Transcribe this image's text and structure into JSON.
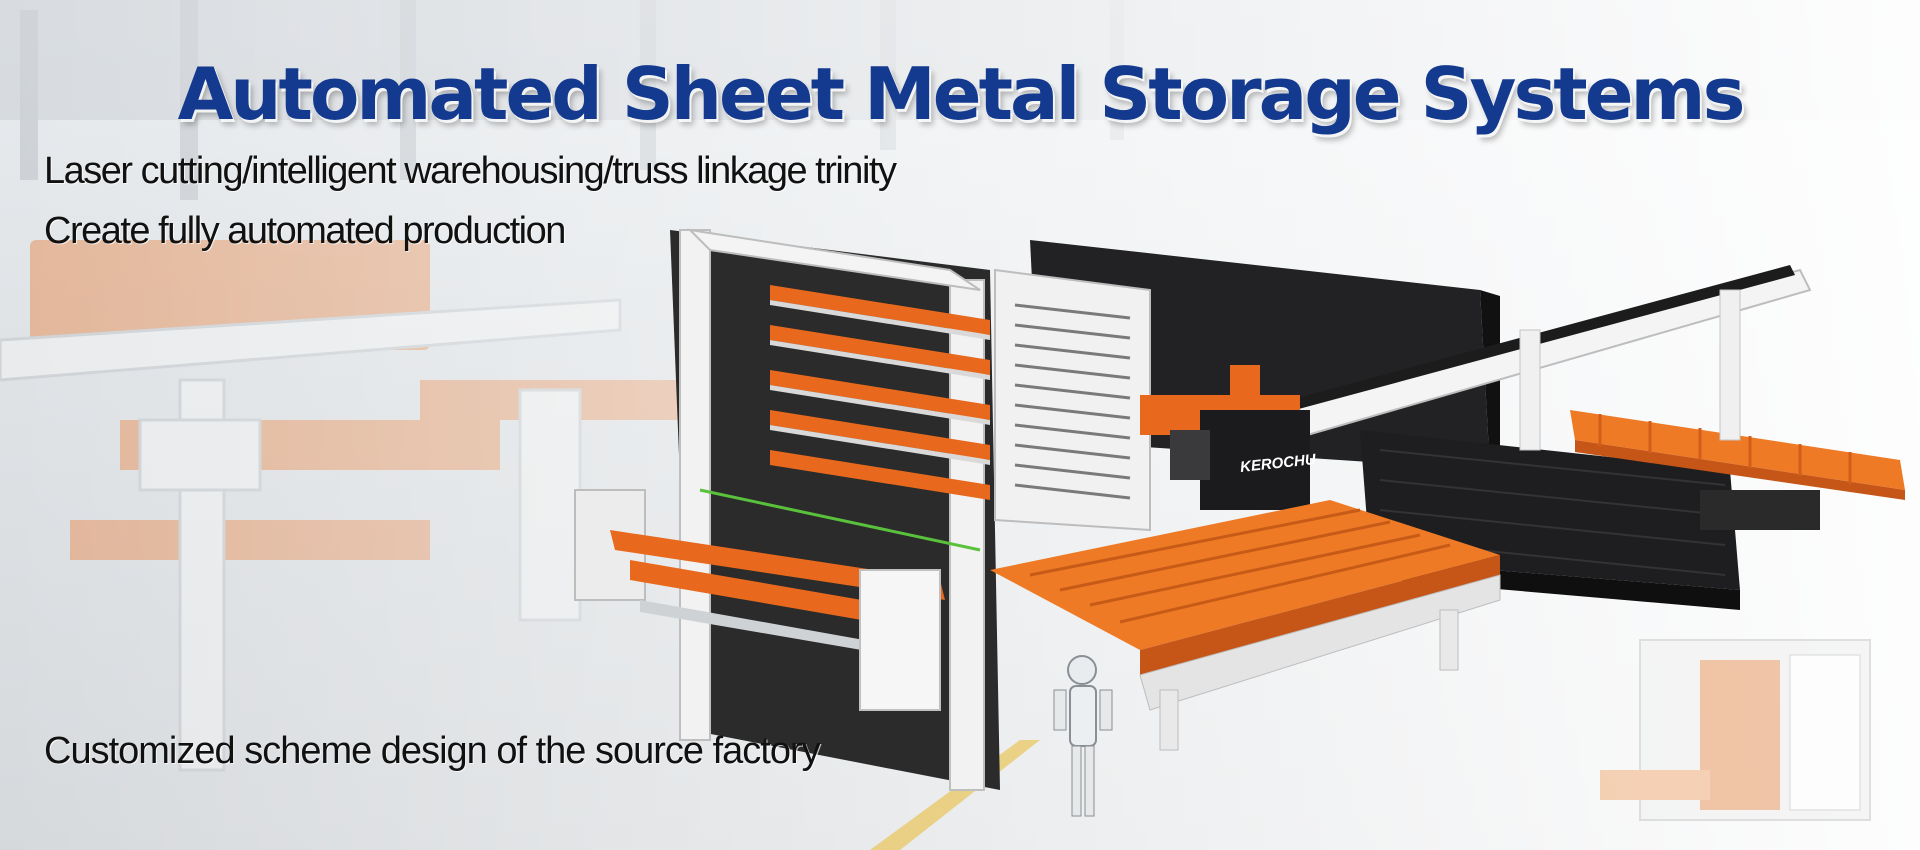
{
  "banner": {
    "title": "Automated Sheet Metal Storage Systems",
    "subtitle_line1": "Laser cutting/intelligent warehousing/truss linkage trinity",
    "subtitle_line2": "Create fully automated production",
    "footer_line": "Customized scheme design of the source factory",
    "machine_logo": "KEROCHU",
    "colors": {
      "title": "#143a8f",
      "machine_orange": "#e8691d",
      "frame_white": "#f1f2f2",
      "cabinet_black": "#1b1b1d"
    }
  }
}
